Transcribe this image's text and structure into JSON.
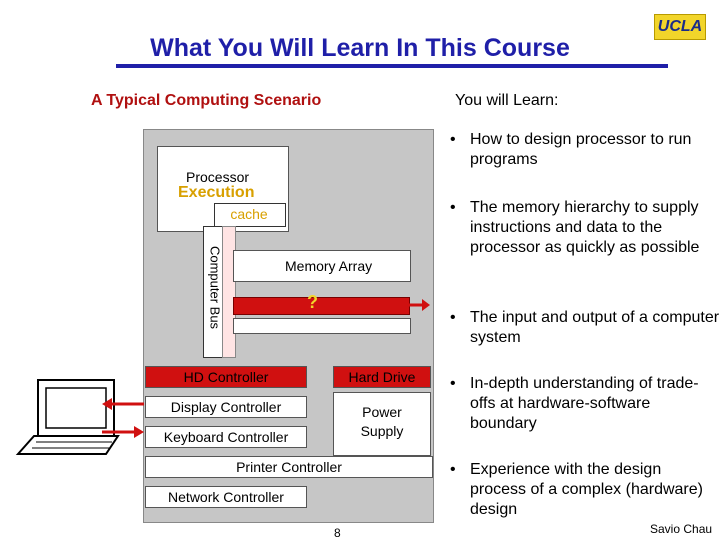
{
  "header": {
    "title": "What You Will Learn In This Course",
    "logo": "UCLA"
  },
  "left_subtitle": "A Typical Computing Scenario",
  "right_subtitle": "You will Learn:",
  "diagram": {
    "processor": "Processor",
    "execution": "Execution",
    "cache": "cache",
    "bus": "Computer Bus",
    "memory": "Memory Array",
    "question": "?",
    "hd_controller": "HD Controller",
    "hard_drive": "Hard Drive",
    "display_controller": "Display Controller",
    "keyboard_controller": "Keyboard Controller",
    "power_line1": "Power",
    "power_line2": "Supply",
    "printer_controller": "Printer Controller",
    "network_controller": "Network Controller",
    "page_number": "8"
  },
  "bullets": [
    {
      "dot": "•",
      "text": "How to design processor to run programs"
    },
    {
      "dot": "•",
      "text": "The memory hierarchy to supply instructions and data to the processor as quickly as possible"
    },
    {
      "dot": "•",
      "text": "The input and output of a computer system"
    },
    {
      "dot": "•",
      "text": "In-depth understanding of trade-offs at hardware-software boundary"
    },
    {
      "dot": "•",
      "text": "Experience with the design process of a complex (hardware) design"
    }
  ],
  "author": "Savio Chau",
  "colors": {
    "title": "#1f1fa8",
    "subtitle": "#b01010",
    "accent": "#d01010",
    "gold": "#d8a000"
  }
}
